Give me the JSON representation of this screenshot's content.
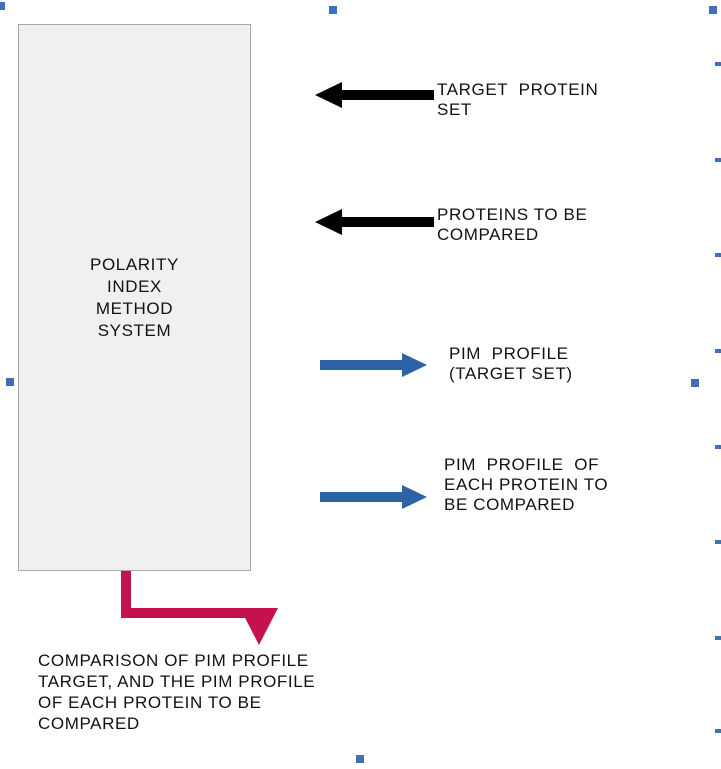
{
  "diagram": {
    "box_label": "POLARITY\nINDEX\nMETHOD\nSYSTEM",
    "inputs": [
      {
        "label": "TARGET  PROTEIN\nSET"
      },
      {
        "label": "PROTEINS TO BE\nCOMPARED"
      }
    ],
    "outputs": [
      {
        "label": "PIM  PROFILE\n(TARGET SET)"
      },
      {
        "label": "PIM  PROFILE  OF\nEACH PROTEIN TO\nBE COMPARED"
      }
    ],
    "result_label": "COMPARISON OF PIM PROFILE\nTARGET, AND THE PIM PROFILE\nOF EACH PROTEIN TO BE\nCOMPARED"
  },
  "colors": {
    "input_arrow": "#000000",
    "output_arrow": "#2e62a6",
    "result_arrow": "#c51150",
    "box_fill": "#f0f0ee",
    "box_border": "#a8a8a8",
    "handle": "#3f6fb5"
  }
}
